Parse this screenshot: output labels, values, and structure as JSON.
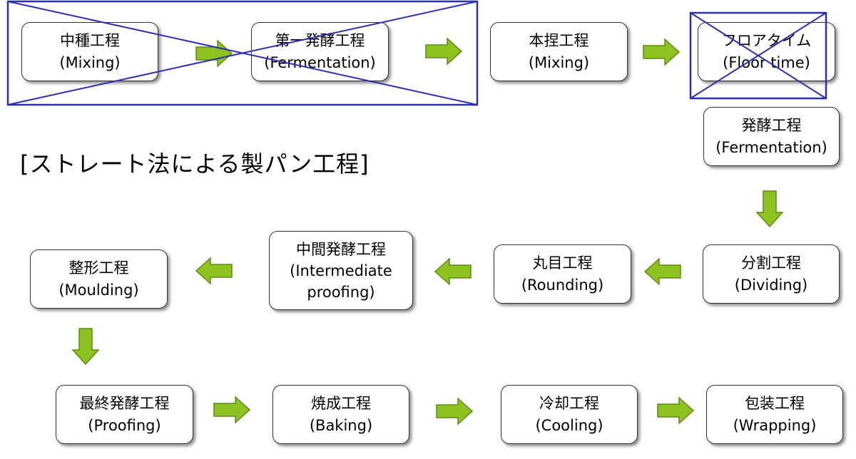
{
  "title": "[ストレート法による製パン工程]",
  "colors": {
    "arrow_fill": "#8dc21f",
    "arrow_stroke": "#5e8a1a",
    "cross_out": "#2b2fb4"
  },
  "crossed_out_steps": {
    "sponge_mixing": {
      "ja": "中種工程",
      "en": "(Mixing)"
    },
    "first_fermentation": {
      "ja": "第一発酵工程",
      "en": "(Fermentation)"
    },
    "dough_mixing": {
      "ja": "本捏工程",
      "en": "(Mixing)"
    },
    "floor_time": {
      "ja": "フロアタイム",
      "en": "(Floor time)"
    }
  },
  "steps": {
    "fermentation": {
      "ja": "発酵工程",
      "en": "(Fermentation)"
    },
    "dividing": {
      "ja": "分割工程",
      "en": "(Dividing)"
    },
    "rounding": {
      "ja": "丸目工程",
      "en": "(Rounding)"
    },
    "intermediate": {
      "ja": "中間発酵工程",
      "en": "(Intermediate",
      "en2": "proofing)"
    },
    "moulding": {
      "ja": "整形工程",
      "en": "(Moulding)"
    },
    "proofing": {
      "ja": "最終発酵工程",
      "en": "(Proofing)"
    },
    "baking": {
      "ja": "焼成工程",
      "en": "(Baking)"
    },
    "cooling": {
      "ja": "冷却工程",
      "en": "(Cooling)"
    },
    "wrapping": {
      "ja": "包装工程",
      "en": "(Wrapping)"
    }
  }
}
